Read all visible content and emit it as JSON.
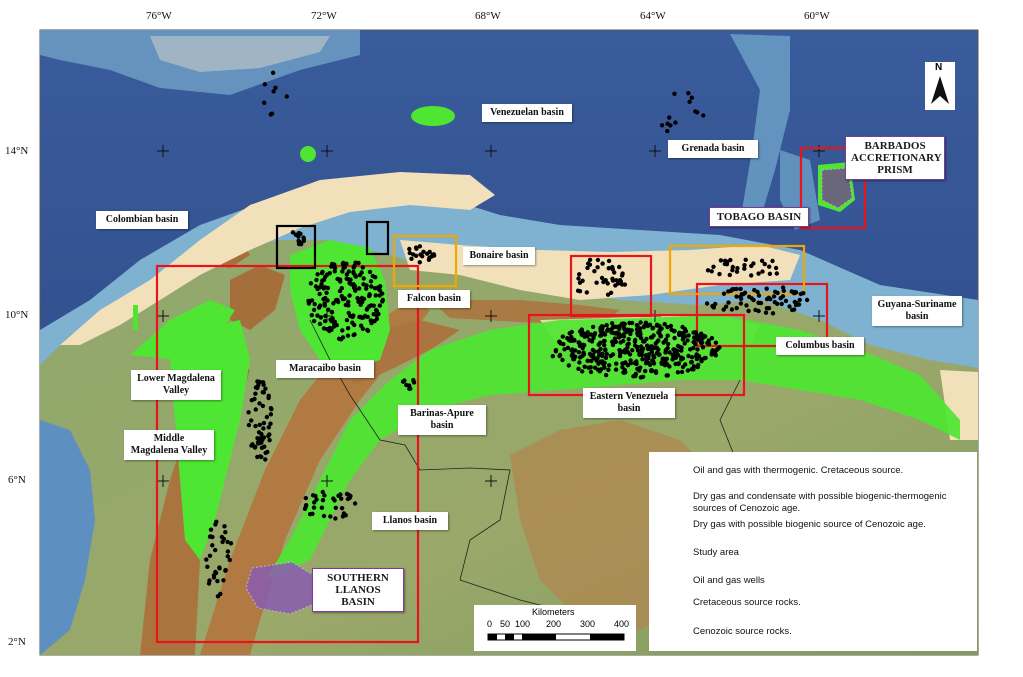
{
  "axes": {
    "top_ticks": [
      "76°W",
      "72°W",
      "68°W",
      "64°W",
      "60°W"
    ],
    "left_ticks": [
      "14°N",
      "10°N",
      "6°N",
      "2°N"
    ]
  },
  "labels": {
    "venezuelan_basin": "Venezuelan basin",
    "colombian_basin": "Colombian basin",
    "grenada_basin": "Grenada basin",
    "barbados": "BARBADOS ACCRETIONARY PRISM",
    "tobago": "TOBAGO BASIN",
    "bonaire": "Bonaire basin",
    "falcon": "Falcon basin",
    "guyana": "Guyana-Suriname basin",
    "columbus": "Columbus basin",
    "maracaibo": "Maracaibo basin",
    "lower_magdalena": "Lower Magdalena Valley",
    "middle_magdalena": "Middle Magdalena Valley",
    "eastern_venezuela": "Eastern Venezuela basin",
    "barinas": "Barinas-Apure basin",
    "llanos": "Llanos basin",
    "southern_llanos": "SOUTHERN LLANOS BASIN"
  },
  "legend": [
    {
      "kind": "red_box",
      "color": "#e8141c",
      "text": "Oil and gas with thermogenic. Cretaceous source."
    },
    {
      "kind": "orange_box",
      "color": "#f2a600",
      "text": "Dry gas and condensate with possible biogenic-thermogenic sources of Cenozoic age."
    },
    {
      "kind": "black_box",
      "color": "#000000",
      "text": "Dry gas with possible biogenic source of Cenozoic age."
    },
    {
      "kind": "yellow_box",
      "color": "#f5f000",
      "text": "Study area"
    },
    {
      "kind": "dot",
      "color": "#000000",
      "text": "Oil and gas wells"
    },
    {
      "kind": "fill",
      "color": "#4ee632",
      "text": "Cretaceous source rocks."
    },
    {
      "kind": "fill",
      "color": "#f5e2bd",
      "text": "Cenozoic source rocks."
    }
  ],
  "scalebar": {
    "title": "Kilometers",
    "ticks": [
      "0",
      "50",
      "100",
      "200",
      "300",
      "400"
    ]
  },
  "north_arrow": {
    "letter": "N"
  },
  "colors": {
    "ocean_deep": "#2b4a8a",
    "ocean_shelf": "#6fa4c8",
    "land": "#8aa36a",
    "mountains": "#a8733c",
    "cretaceous": "#4ee632",
    "cenozoic": "#f2e0bb",
    "red_box": "#e8141c",
    "orange_box": "#f2a600",
    "purple": "#8a5cb0"
  }
}
